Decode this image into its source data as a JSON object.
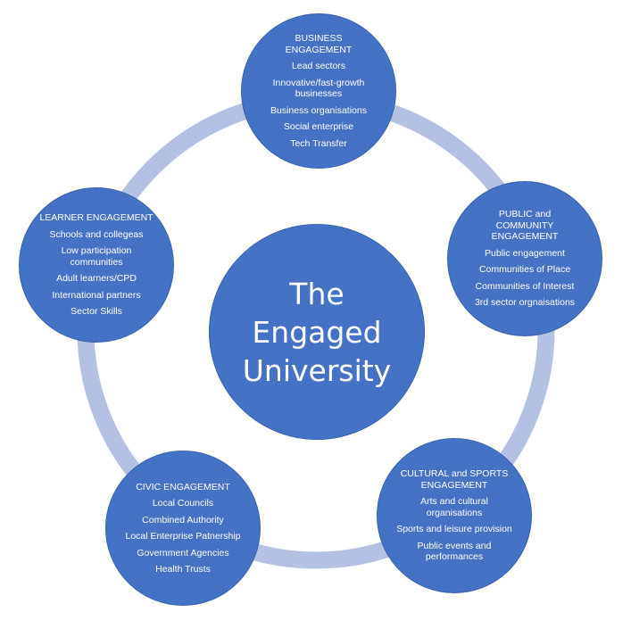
{
  "colors": {
    "circle": "#4472c4",
    "ring": "#b4c1e2"
  },
  "center": {
    "lines": [
      "The",
      "Engaged",
      "University"
    ]
  },
  "nodes": [
    {
      "heading": [
        "BUSINESS",
        "ENGAGEMENT"
      ],
      "items": [
        "Lead sectors",
        "Innovative/fast-growth businesses",
        "Business organisations",
        "Social enterprise",
        "Tech Transfer"
      ]
    },
    {
      "heading": [
        "PUBLIC and",
        "COMMUNITY",
        "ENGAGEMENT"
      ],
      "items": [
        "Public engagement",
        "Communities of Place",
        "Communities of Interest",
        "3rd sector orgnaisations"
      ]
    },
    {
      "heading": [
        "CULTURAL and  SPORTS",
        "ENGAGEMENT"
      ],
      "items": [
        "Arts and cultural organisations",
        "Sports and leisure provision",
        "Public events and performances"
      ]
    },
    {
      "heading": [
        "CIVIC ENGAGEMENT"
      ],
      "items": [
        "Local Councils",
        "Combined Authority",
        "Local Enterprise Patnership",
        "Government Agencies",
        "Health Trusts"
      ]
    },
    {
      "heading": [
        "LEARNER ENGAGEMENT"
      ],
      "items": [
        "Schools and collegeas",
        "Low participation communities",
        "Adult learners/CPD",
        "International partners",
        "Sector Skills"
      ]
    }
  ]
}
